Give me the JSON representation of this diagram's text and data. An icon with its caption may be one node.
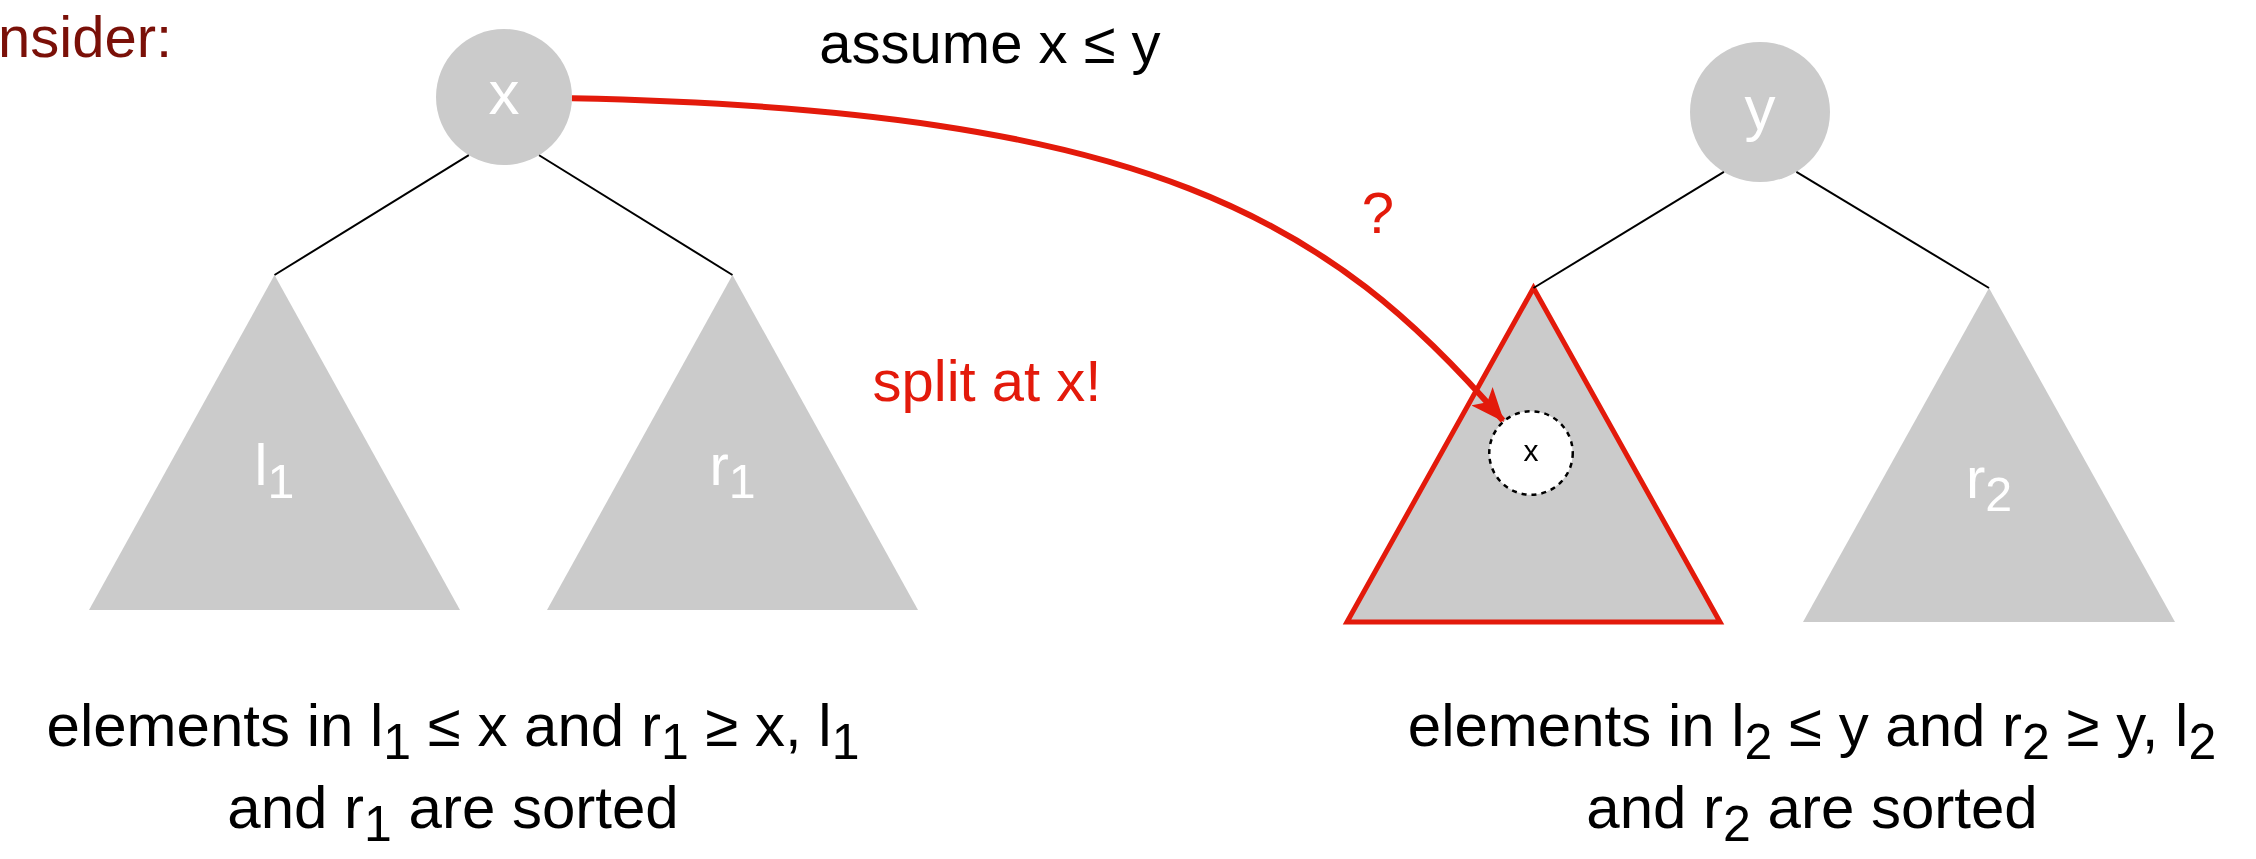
{
  "diagram": {
    "nodes": [
      {
        "text": [
          "x"
        ]
      },
      {
        "text": [
          "l$_{1}$"
        ]
      },
      {
        "text": [
          "r$_{1}$"
        ]
      },
      {
        "text": [
          "y"
        ]
      },
      {
        "text": [],
        "shape": "triangle"
      },
      {
        "text": [
          "r$_{2}$"
        ]
      },
      {
        "text": [
          "x"
        ],
        "in": 4
      }
    ],
    "edges": [
      {
        "from": 0,
        "to": 1,
        "arrow": "none"
      },
      {
        "from": 0,
        "to": 2,
        "arrow": "none"
      },
      {
        "from": 3,
        "to": 4,
        "arrow": "none"
      },
      {
        "from": 3,
        "to": 5,
        "arrow": "none"
      },
      {
        "from": 0,
        "to": 6,
        "arrow": "to",
        "style": "thick",
        "color": "#e31a0b"
      }
    ],
    "labels": [
      "nsider:",
      "assume x ≤ y",
      "?",
      "split at x!",
      "elements in l$_{1}$ ≤ x and r$_{1}$ ≥ x, l$_{1}$ and r$_{1}$ are sorted",
      "elements in l$_{2}$ ≤ y and r$_{2}$ ≥ y, l$_{2}$ and r$_{2}$ are sorted"
    ]
  }
}
